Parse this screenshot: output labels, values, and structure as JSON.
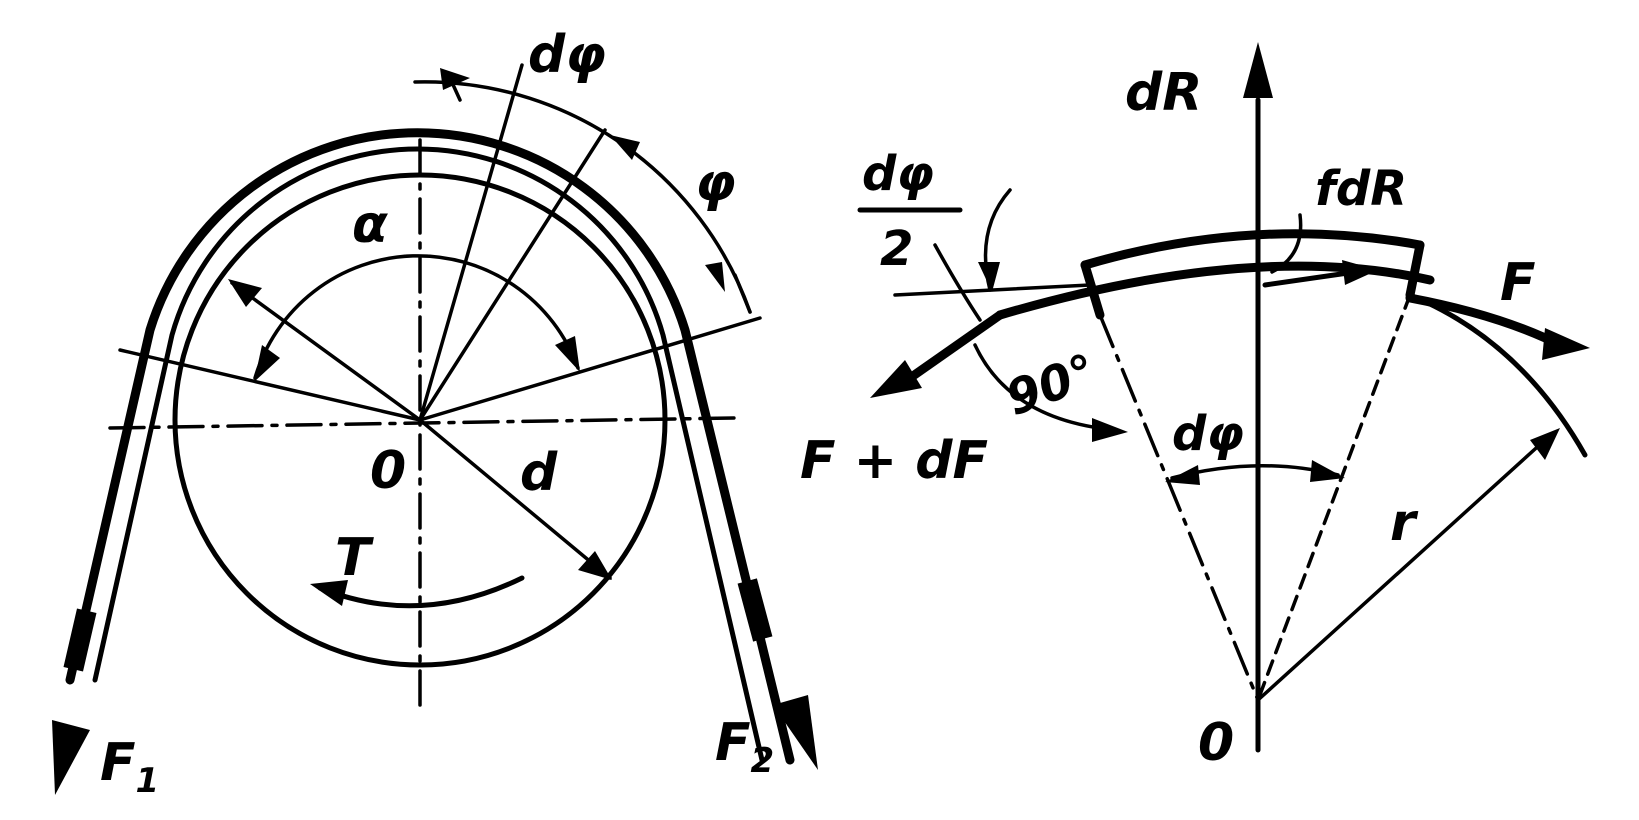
{
  "left_figure": {
    "dphi": "dφ",
    "phi": "φ",
    "alpha_top": "α",
    "center": "0",
    "diameter": "d",
    "torque": "T",
    "f1_main": "F",
    "f1_sub": "1",
    "f2_main": "F",
    "f2_sub": "2"
  },
  "right_figure": {
    "dR": "dR",
    "fdR": "fdR",
    "half_dphi_num": "dφ",
    "half_dphi_den": "2",
    "angle_90": "90°",
    "F": "F",
    "F_plus_dF": "F + dF",
    "dphi": "dφ",
    "radius": "r",
    "center": "0"
  }
}
